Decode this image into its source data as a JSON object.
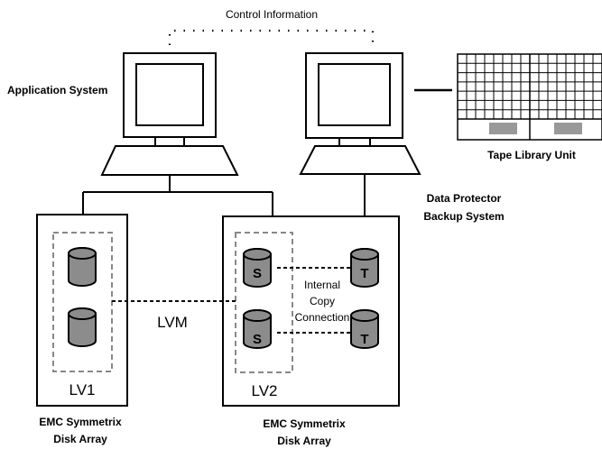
{
  "labels": {
    "control_information": "Control Information",
    "application_system": "Application System",
    "tape_library_unit": "Tape Library Unit",
    "data_protector_line1": "Data Protector",
    "data_protector_line2": "Backup System",
    "lvm": "LVM",
    "lv1": "LV1",
    "lv2": "LV2",
    "internal_copy_line1": "Internal",
    "internal_copy_line2": "Copy",
    "internal_copy_line3": "Connection",
    "array1_line1": "EMC Symmetrix",
    "array1_line2": "Disk Array",
    "array2_line1": "EMC Symmetrix",
    "array2_line2": "Disk Array"
  },
  "disk_labels": {
    "source_top": "S",
    "source_bottom": "S",
    "target_top": "T",
    "target_bottom": "T"
  },
  "colors": {
    "disk_fill": "#8c8c8c",
    "tape_drive_fill": "#999999",
    "line": "#000000",
    "background": "#ffffff"
  }
}
